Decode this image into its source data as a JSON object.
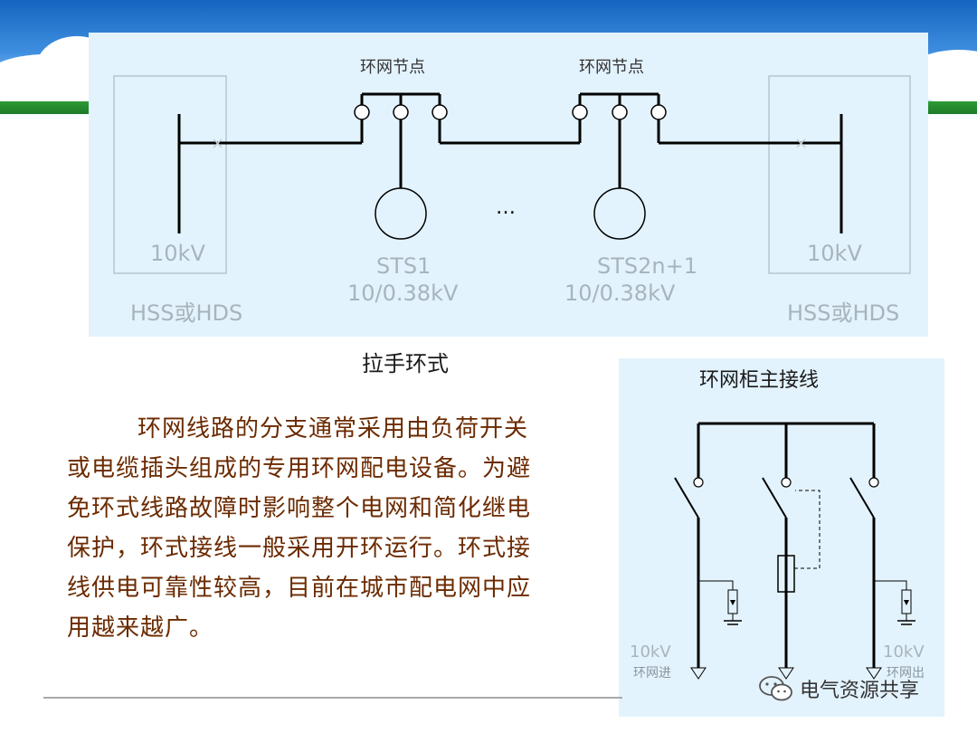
{
  "diagram": {
    "node_label_left": "环网节点",
    "node_label_right": "环网节点",
    "left_voltage": "10kV",
    "right_voltage": "10kV",
    "left_station": "HSS或HDS",
    "right_station": "HSS或HDS",
    "sts1_name": "STS1",
    "sts1_voltage": "10/0.38kV",
    "sts2_name": "STS2n+1",
    "sts2_voltage": "10/0.38kV",
    "ellipsis": "…",
    "caption": "拉手环式"
  },
  "rmu": {
    "title": "环网柜主接线",
    "in_voltage": "10kV",
    "in_label": "环网进",
    "out_voltage": "10kV",
    "out_label": "环网出"
  },
  "paragraph": {
    "lines": [
      "环网线路的分支通常采用由负荷开关",
      "或电缆插头组成的专用环网配电设备。为避",
      "免环式线路故障时影响整个电网和简化继电",
      "保护，环式接线一般采用开环运行。环式接",
      "线供电可靠性较高，目前在城市配电网中应",
      "用越来越广。"
    ]
  },
  "watermark": {
    "text": "电气资源共享",
    "icon": "wechat-icon"
  },
  "colors": {
    "panel": "#e3f3fd",
    "text_brown": "#6b2a00",
    "line": "#000000",
    "faint_label": "#a8b4bc"
  }
}
